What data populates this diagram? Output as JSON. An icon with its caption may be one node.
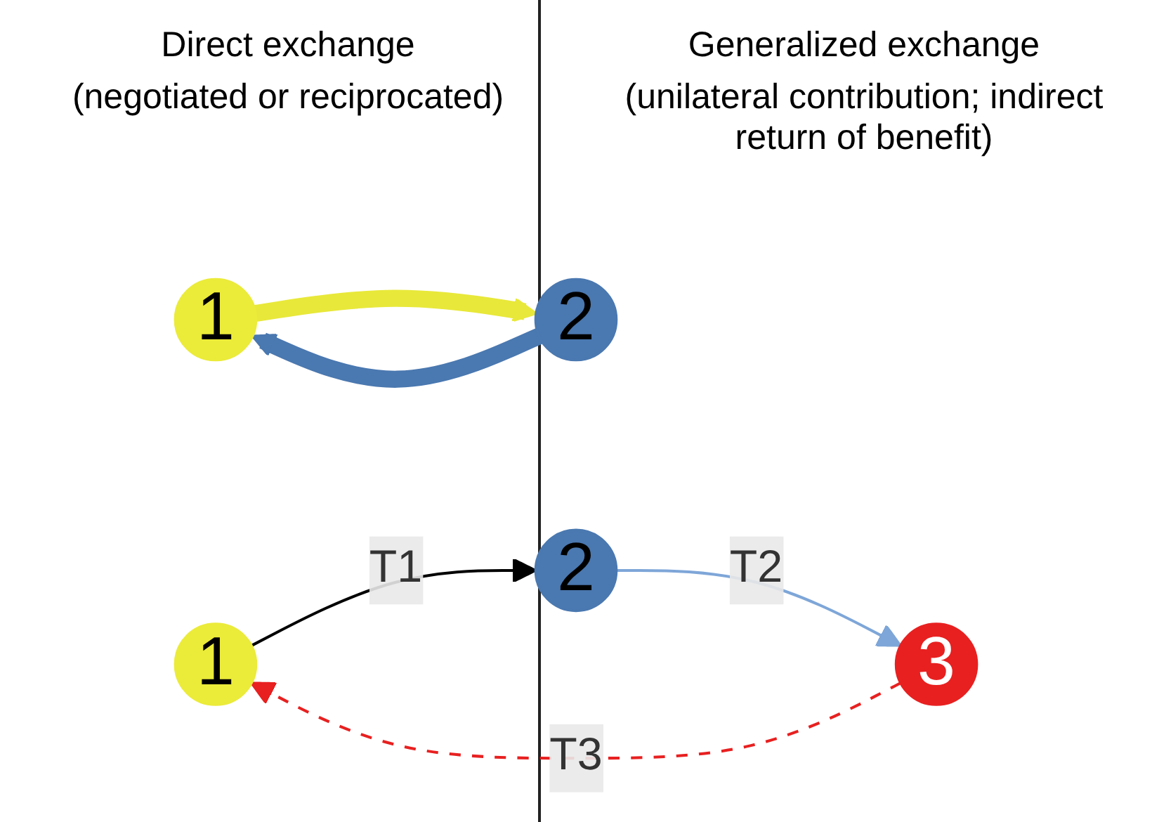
{
  "diagram": {
    "nodes": [
      {
        "text": [
          "1"
        ]
      },
      {
        "text": [
          "2"
        ]
      },
      {
        "text": [
          "1"
        ]
      },
      {
        "text": [
          "2"
        ]
      },
      {
        "text": [
          "3"
        ]
      }
    ],
    "edges": [
      {
        "from": 0,
        "to": 1,
        "arrow": "to",
        "style": "thick",
        "color": "#e8e83a"
      },
      {
        "from": 1,
        "to": 0,
        "arrow": "to",
        "style": "thick",
        "color": "#4a78b0"
      },
      {
        "from": 2,
        "to": 3,
        "arrow": "to",
        "label": "T1",
        "color": "#000000"
      },
      {
        "from": 3,
        "to": 4,
        "arrow": "to",
        "label": "T2",
        "color": "#7ea6d8"
      },
      {
        "from": 4,
        "to": 2,
        "arrow": "to",
        "label": "T3",
        "style": "dashed",
        "color": "#e82020"
      }
    ],
    "labels": [
      "Direct exchange",
      "(negotiated or reciprocated)",
      "Generalized exchange",
      "(unilateral contribution; indirect return of benefit)"
    ]
  }
}
